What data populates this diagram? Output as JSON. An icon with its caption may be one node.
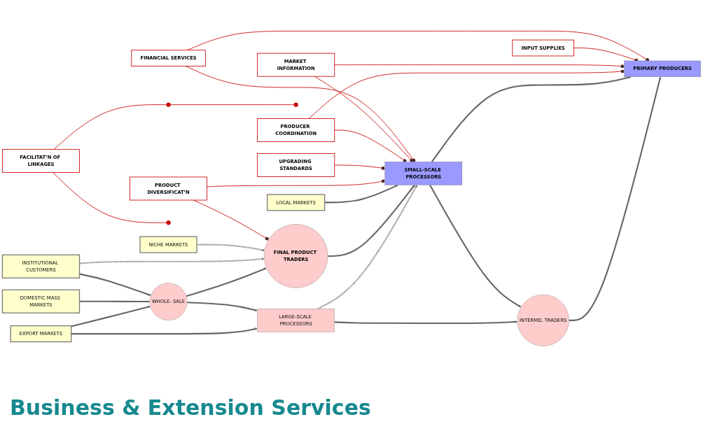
{
  "diagram": {
    "title": "Business & Extension Services",
    "nodes": [
      {
        "text": [
          "EXPORT MARKETS"
        ]
      },
      {
        "text": [
          "LARGE-SCALE PROCESSORS"
        ]
      },
      {
        "text": [
          "DOMESTIC MASS MARKETS"
        ]
      },
      {
        "text": [
          "WHOLE- SALE"
        ]
      },
      {
        "text": [
          "INTERMD. TRADERS"
        ]
      },
      {
        "text": [
          "PRIMARY PRODUCERS"
        ]
      },
      {
        "text": [
          "INSTITUTIONAL CUSTOMERS"
        ]
      },
      {
        "text": [
          "FINAL PRODUCT TRADERS"
        ]
      },
      {
        "text": [
          "SMALL-SCALE PROCESSORS"
        ]
      },
      {
        "text": [
          "NICHE MARKETS"
        ]
      },
      {
        "text": [
          "LOCAL MARKETS"
        ]
      },
      {
        "text": [],
        "shape": "circle"
      },
      {
        "text": [],
        "shape": "circle"
      },
      {
        "text": [],
        "shape": "circle"
      },
      {
        "text": [
          "FACILITAT’N OF LINKAGES"
        ]
      },
      {
        "text": [
          "UPGRADING STANDARDS"
        ]
      },
      {
        "text": [
          "MARKET INFORMATION"
        ]
      },
      {
        "text": [
          "FINANCIAL SERVICES"
        ]
      },
      {
        "text": [
          "PRODUCT DIVERSIFICAT’N"
        ]
      },
      {
        "text": [
          "PRODUCER COORDINATION"
        ]
      },
      {
        "text": [
          "INPUT SUPPLIES"
        ]
      }
    ],
    "edges": [
      {
        "from": 0,
        "to": 1,
        "arrow": "to"
      },
      {
        "from": 0,
        "to": 3,
        "arrow": "to"
      },
      {
        "from": 2,
        "to": 3,
        "arrow": "to"
      },
      {
        "from": 6,
        "to": 3,
        "arrow": "to"
      },
      {
        "from": 3,
        "to": 1,
        "arrow": "to"
      },
      {
        "from": 3,
        "to": 7,
        "arrow": "to"
      },
      {
        "from": 6,
        "to": 7,
        "arrow": "to",
        "style": "dashed"
      },
      {
        "from": 9,
        "to": 7,
        "arrow": "to",
        "style": "dashed"
      },
      {
        "from": 1,
        "to": 8,
        "arrow": "to",
        "style": "dashed"
      },
      {
        "from": 7,
        "to": 8,
        "arrow": "to"
      },
      {
        "from": 10,
        "to": 8,
        "arrow": "to"
      },
      {
        "from": 1,
        "to": 4,
        "arrow": "to"
      },
      {
        "from": 8,
        "to": 4,
        "arrow": "to"
      },
      {
        "from": 4,
        "to": 5,
        "arrow": "to"
      },
      {
        "from": 8,
        "to": 5,
        "arrow": "to"
      },
      {
        "from": 14,
        "to": 13,
        "arrow": "none",
        "color": "#cc0000"
      },
      {
        "from": 14,
        "to": 12,
        "arrow": "none",
        "color": "#cc0000"
      },
      {
        "from": 12,
        "to": 11,
        "arrow": "none",
        "color": "#cc0000"
      },
      {
        "from": 18,
        "to": 7,
        "arrow": "other",
        "color": "#cc0000"
      },
      {
        "from": 18,
        "to": 8,
        "arrow": "other",
        "color": "#cc0000"
      },
      {
        "from": 15,
        "to": 8,
        "arrow": "other",
        "color": "#cc0000"
      },
      {
        "from": 19,
        "to": 8,
        "arrow": "other",
        "color": "#cc0000"
      },
      {
        "from": 19,
        "to": 5,
        "arrow": "other",
        "color": "#cc0000"
      },
      {
        "from": 16,
        "to": 8,
        "arrow": "other",
        "color": "#cc0000"
      },
      {
        "from": 16,
        "to": 5,
        "arrow": "other",
        "color": "#cc0000"
      },
      {
        "from": 20,
        "to": 5,
        "arrow": "other",
        "color": "#cc0000"
      },
      {
        "from": 17,
        "to": 8,
        "arrow": "other",
        "color": "#cc0000"
      },
      {
        "from": 17,
        "to": 5,
        "arrow": "other",
        "color": "#cc0000"
      }
    ]
  }
}
